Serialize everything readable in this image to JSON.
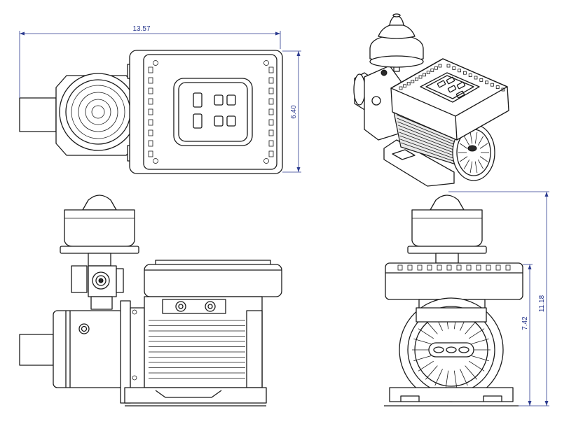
{
  "dimensions": {
    "overall_length": "13.57",
    "top_view_width": "6.40",
    "overall_height": "11.18",
    "motor_height": "7.42"
  },
  "colors": {
    "dimension": "#2b3a8f",
    "outline": "#1a1a1a"
  }
}
